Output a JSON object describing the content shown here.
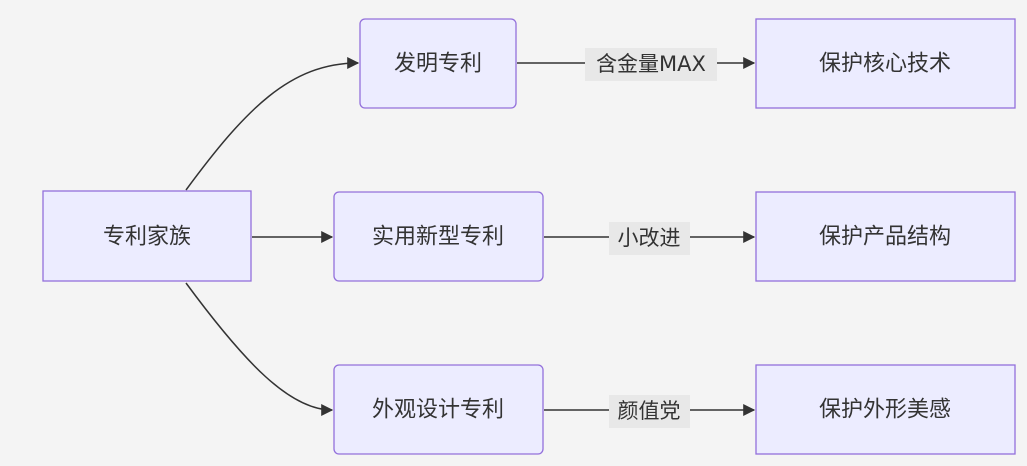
{
  "nodes": {
    "family": {
      "label": "专利家族"
    },
    "invention": {
      "label": "发明专利"
    },
    "utility": {
      "label": "实用新型专利"
    },
    "design": {
      "label": "外观设计专利"
    },
    "core_tech": {
      "label": "保护核心技术"
    },
    "structure": {
      "label": "保护产品结构"
    },
    "appearance": {
      "label": "保护外形美感"
    }
  },
  "edges": {
    "invention_to_core": {
      "label": "含金量MAX"
    },
    "utility_to_structure": {
      "label": "小改进"
    },
    "design_to_appearance": {
      "label": "颜值党"
    }
  },
  "colors": {
    "node_fill": "#ECECFF",
    "node_border": "#9370DB",
    "edge": "#333333",
    "edge_label_bg": "#e8e8e8",
    "background": "#f4f4f4"
  }
}
